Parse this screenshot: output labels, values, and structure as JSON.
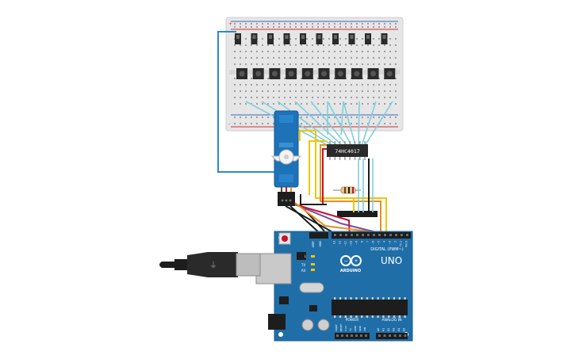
{
  "ic": {
    "label": "74HC4017"
  },
  "arduino": {
    "brand": "ARDUINO",
    "model": "UNO",
    "digital_label": "DIGITAL (PWM~)",
    "power_label": "POWER",
    "analog_label": "ANALOG IN",
    "tx_label": "TX",
    "rx_label": "RX",
    "l_label": "L",
    "aref_label": "AREF",
    "gnd_label": "GND",
    "ioref_label": "IOREF",
    "reset_label": "RESET",
    "v33_label": "3.3V",
    "v5_label": "5V",
    "vin_label": "VIN",
    "digital_pins": [
      "13",
      "12",
      "~11",
      "~10",
      "~9",
      "8",
      "7",
      "~6",
      "~5",
      "4",
      "~3",
      "2",
      "TX 1",
      "RX 0"
    ],
    "analog_pins": [
      "A0",
      "A1",
      "A2",
      "A3",
      "A4",
      "A5"
    ]
  },
  "breadboard": {
    "rails": [
      "+",
      "-"
    ]
  },
  "colors": {
    "board": "#1f6ea8",
    "breadboard": "#e9e9e9",
    "wire_black": "#1d1d1d",
    "wire_red": "#c8102e",
    "wire_yellow": "#f2c500",
    "wire_orange": "#e8901a",
    "wire_blue": "#2a8cc4",
    "wire_cyan": "#7ecfe0",
    "wire_purple": "#7b4aa8",
    "servo": "#1d72b8"
  },
  "icons": [
    "usb-cable-icon",
    "servo-motor-icon",
    "push-button-icon",
    "resistor-icon",
    "ic-chip-icon",
    "arduino-board-icon"
  ]
}
